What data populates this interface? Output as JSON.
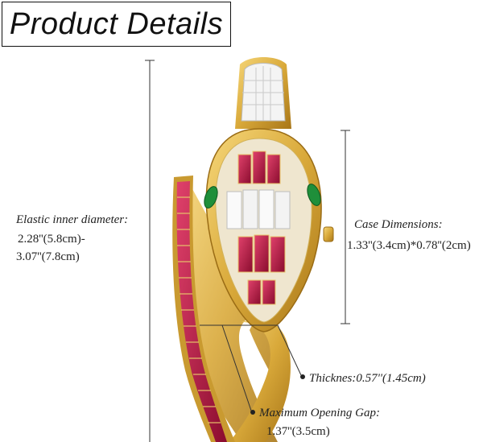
{
  "title": "Product Details",
  "dimensions": {
    "inner_diameter_label": "Elastic inner diameter:",
    "inner_diameter_line1": "2.28''(5.8cm)-",
    "inner_diameter_line2": "3.07''(7.8cm)",
    "case_label": "Case Dimensions:",
    "case_value": "1.33''(3.4cm)*0.78''(2cm)",
    "thickness": "Thicknes:0.57''(1.45cm)",
    "gap_label": "Maximum Opening Gap:",
    "gap_value": "1.37''(3.5cm)"
  },
  "colors": {
    "gold": "#d9a93a",
    "ruby": "#b3123f",
    "emerald": "#1f8f3a",
    "diamond": "#f2f2f2"
  }
}
